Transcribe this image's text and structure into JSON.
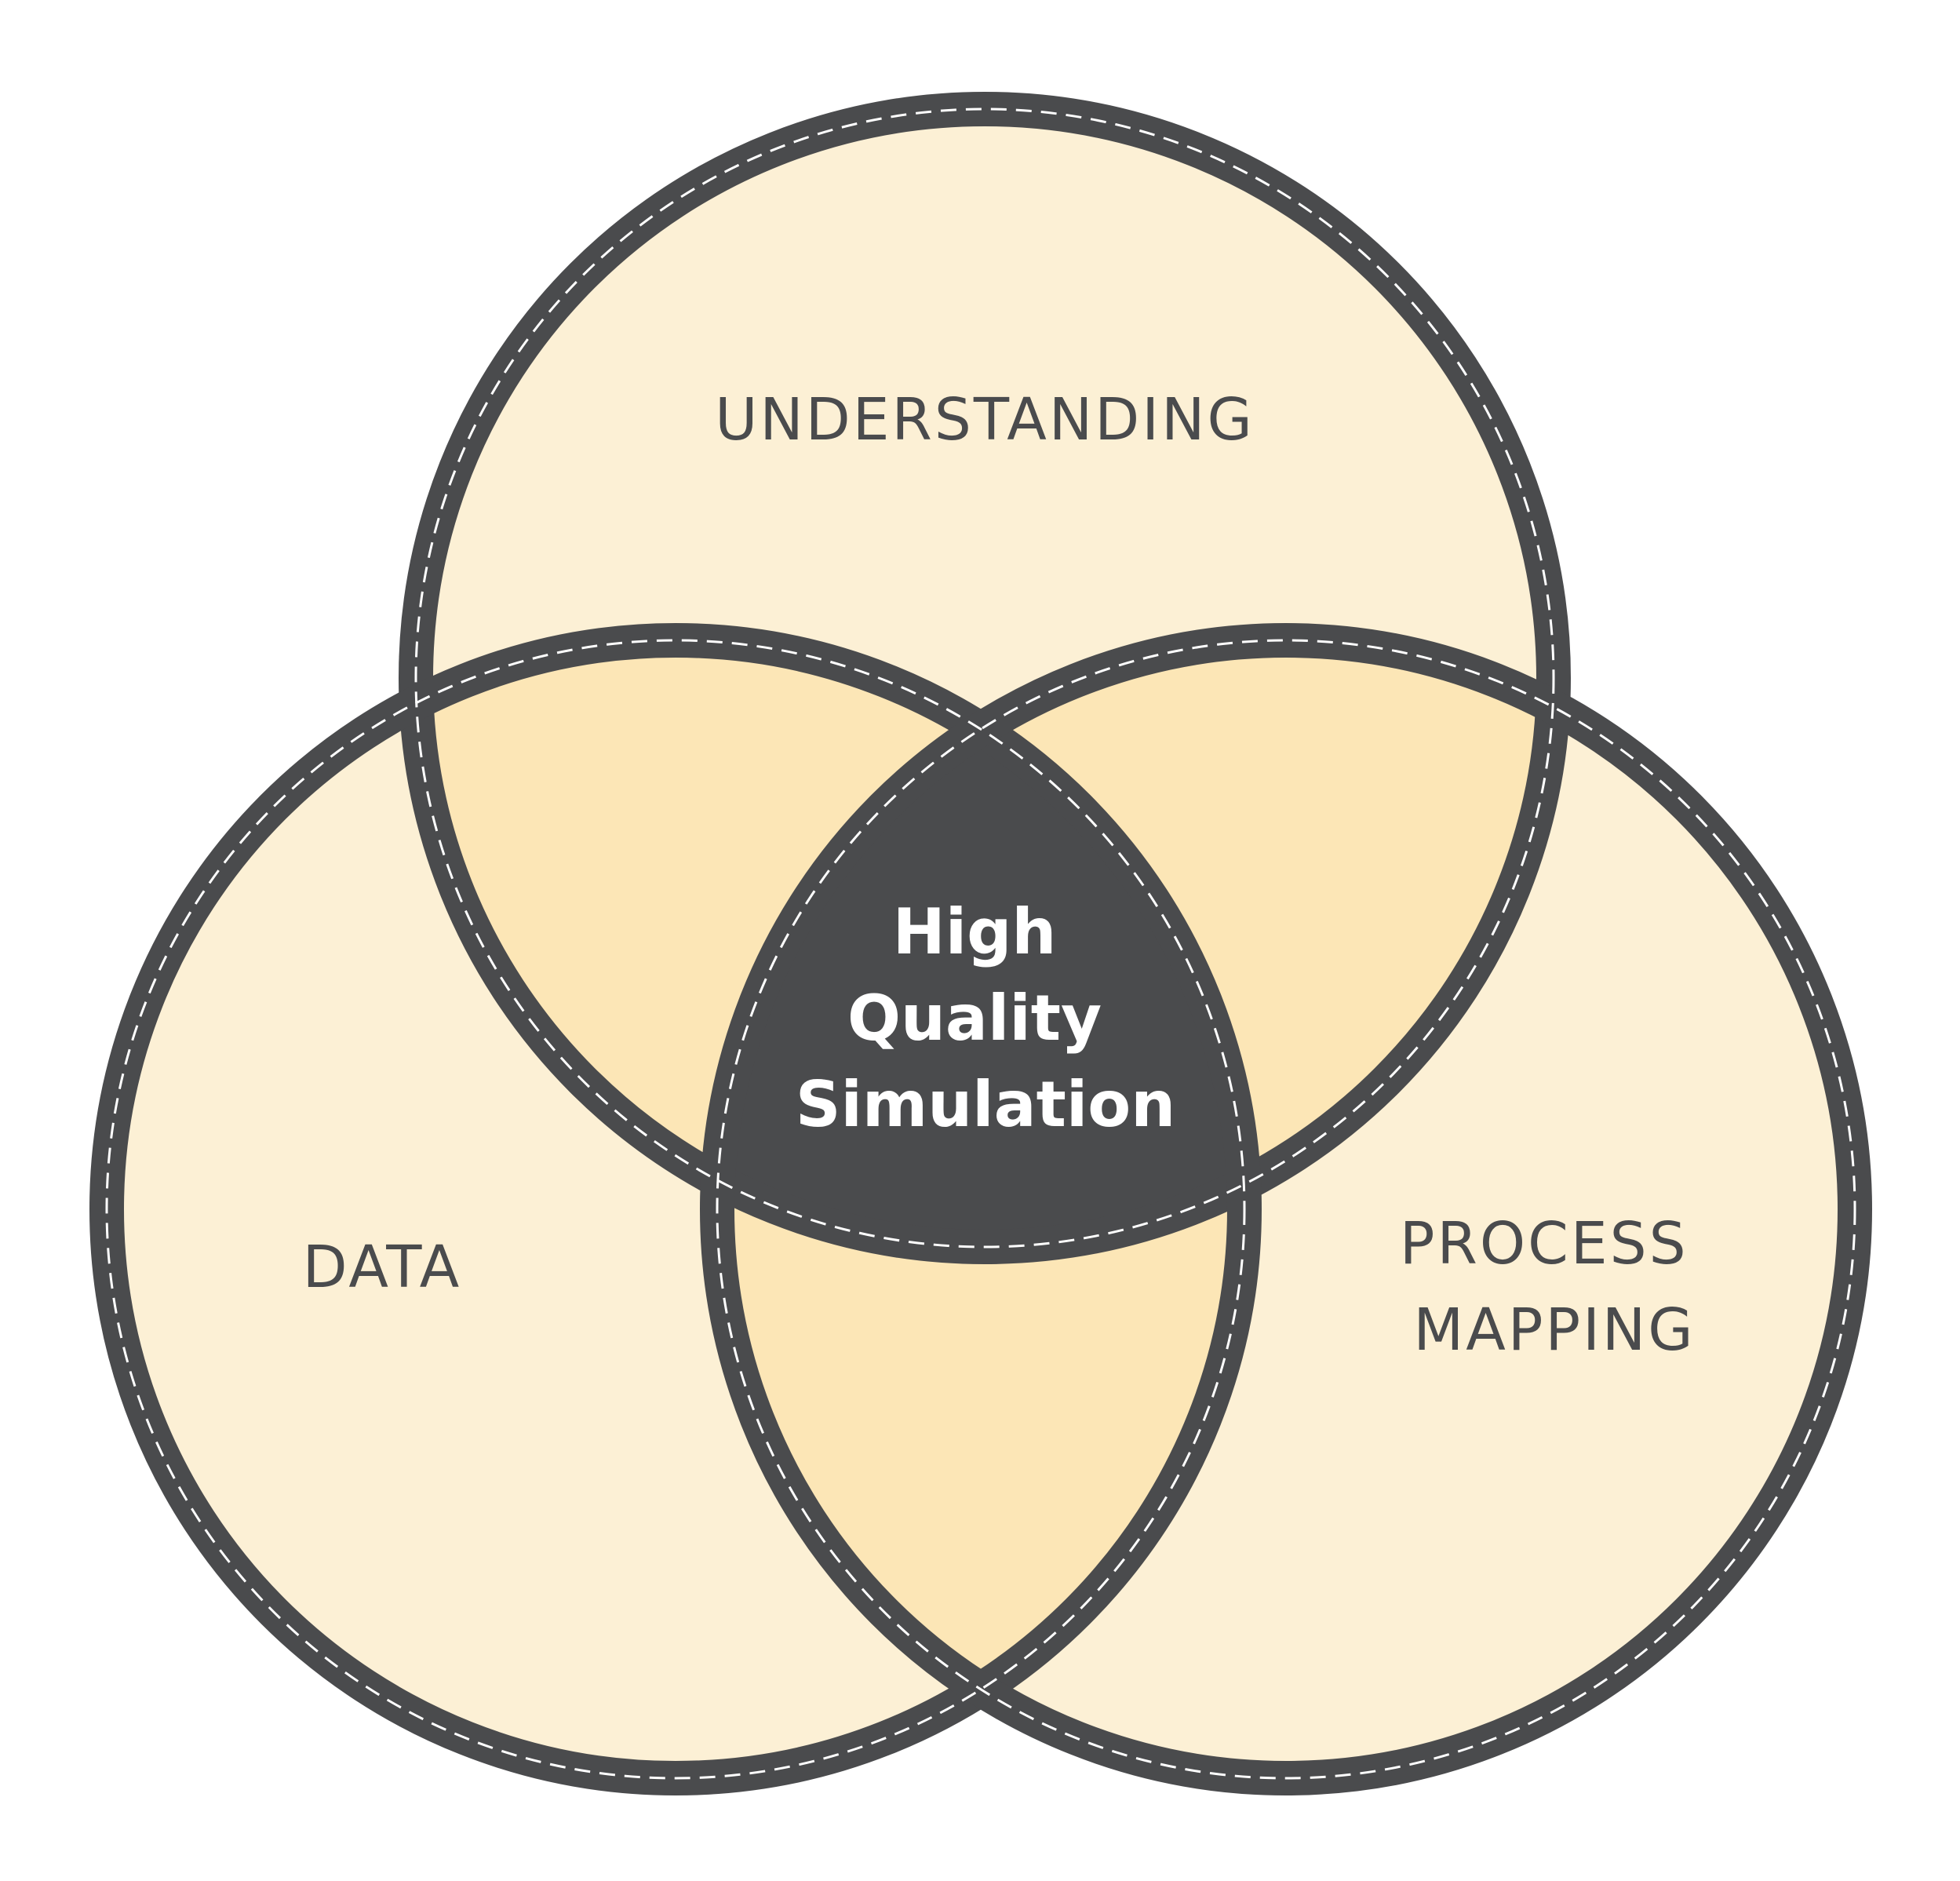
{
  "diagram": {
    "type": "venn-3",
    "sets": [
      {
        "id": "top",
        "label_lines": [
          "UNDERSTANDING"
        ]
      },
      {
        "id": "left",
        "label_lines": [
          "DATA"
        ]
      },
      {
        "id": "right",
        "label_lines": [
          "PROCESS",
          "MAPPING"
        ]
      }
    ],
    "center": {
      "label_lines": [
        "High",
        "Quality",
        "Simulation"
      ]
    }
  },
  "colors": {
    "circle_fill": "#FCF0D5",
    "pair_overlap_fill": "#FCE6B6",
    "center_fill": "#4A4B4D",
    "outline": "#4A4B4D",
    "dash_line": "#FFFFFF",
    "set_label_text": "#4A4B4D",
    "center_text": "#FFFFFF"
  }
}
